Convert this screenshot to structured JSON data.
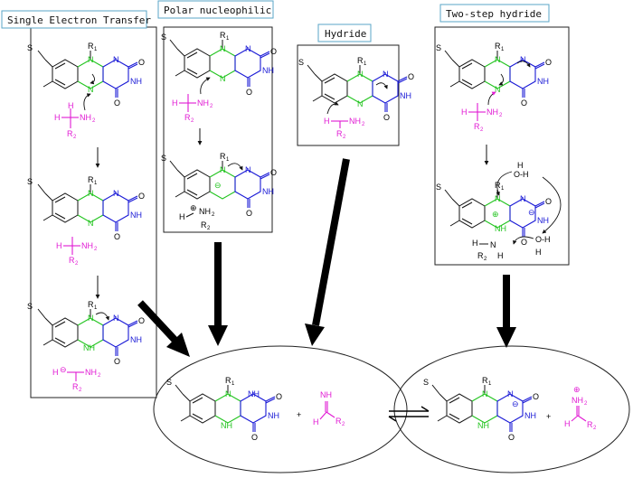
{
  "titles": {
    "set": "Single Electron Transfer",
    "polar": "Polar nucleophilic",
    "hydride": "Hydride",
    "two_step": "Two-step hydride"
  },
  "atoms": {
    "N": "N",
    "NH": "NH",
    "H": "H",
    "O": "O",
    "S": "S",
    "R": "R",
    "sub1": "1",
    "sub2": "2",
    "NH2": "NH",
    "OH": "O-H",
    "minus": "⊖",
    "plus": "⊕",
    "plus_sign": "+"
  },
  "colors": {
    "green": "#22c41f",
    "blue": "#1a1ad6",
    "magenta": "#e11ad3",
    "black": "#111111"
  }
}
